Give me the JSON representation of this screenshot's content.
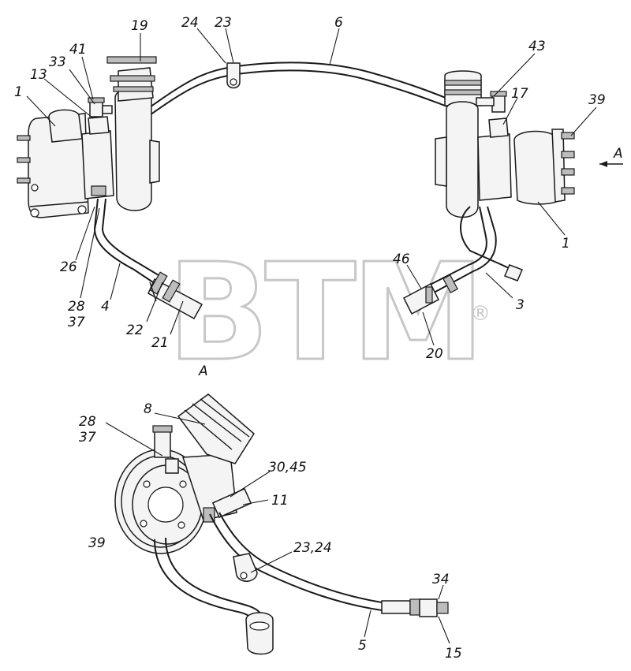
{
  "labels": {
    "l1_left": "1",
    "l13": "13",
    "l33": "33",
    "l41": "41",
    "l19": "19",
    "l24_top": "24",
    "l23_top": "23",
    "l6": "6",
    "l43": "43",
    "l17": "17",
    "l39_top": "39",
    "l_a_arrow": "A",
    "l1_right": "1",
    "l26": "26",
    "l28_top": "28",
    "l37_top": "37",
    "l4": "4",
    "l22": "22",
    "l21": "21",
    "l46": "46",
    "l3": "3",
    "l20": "20",
    "l_a_view": "A",
    "l8": "8",
    "l28_bottom": "28",
    "l37_bottom": "37",
    "l30_45": "30,45",
    "l11": "11",
    "l39_bottom": "39",
    "l23_24": "23,24",
    "l34": "34",
    "l5": "5",
    "l15": "15"
  },
  "watermark": {
    "text": "BTM",
    "registered_mark": "®",
    "color": "#bfbfbf"
  },
  "colors": {
    "line": "#1a1a1a",
    "background": "#ffffff"
  }
}
